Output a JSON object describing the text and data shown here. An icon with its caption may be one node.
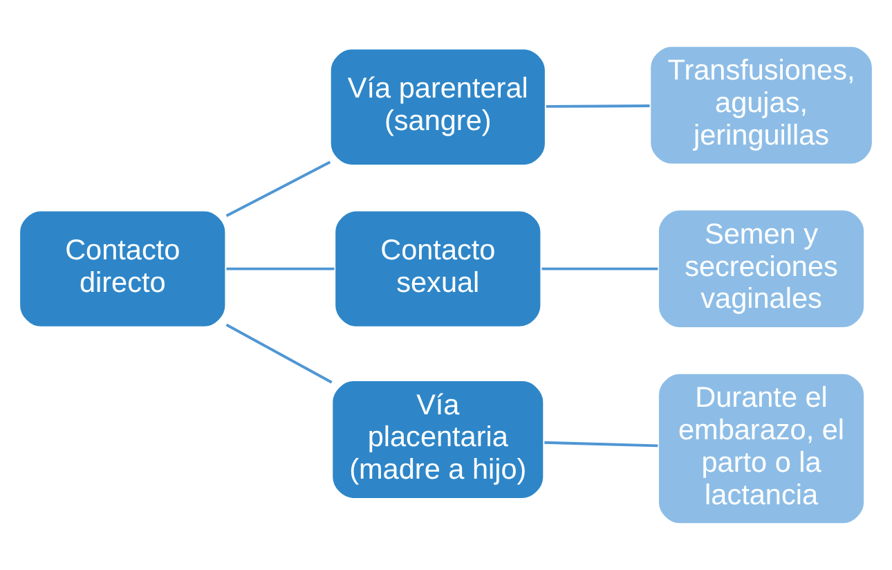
{
  "diagram": {
    "nodes": [
      {
        "text": [
          "Contacto directo"
        ]
      },
      {
        "text": [
          "Vía parenteral (sangre)"
        ]
      },
      {
        "text": [
          "Contacto sexual"
        ]
      },
      {
        "text": [
          "Vía placentaria (madre a hijo)"
        ]
      },
      {
        "text": [
          "Transfusiones, agujas, jeringuillas"
        ]
      },
      {
        "text": [
          "Semen y secreciones vaginales"
        ]
      },
      {
        "text": [
          "Durante el embarazo, el parto o la lactancia"
        ]
      }
    ],
    "edges": [
      {
        "from": 0,
        "to": 1,
        "arrow": "none"
      },
      {
        "from": 0,
        "to": 2,
        "arrow": "none"
      },
      {
        "from": 0,
        "to": 3,
        "arrow": "none"
      },
      {
        "from": 1,
        "to": 4,
        "arrow": "none"
      },
      {
        "from": 2,
        "to": 5,
        "arrow": "none"
      },
      {
        "from": 3,
        "to": 6,
        "arrow": "none"
      }
    ]
  }
}
